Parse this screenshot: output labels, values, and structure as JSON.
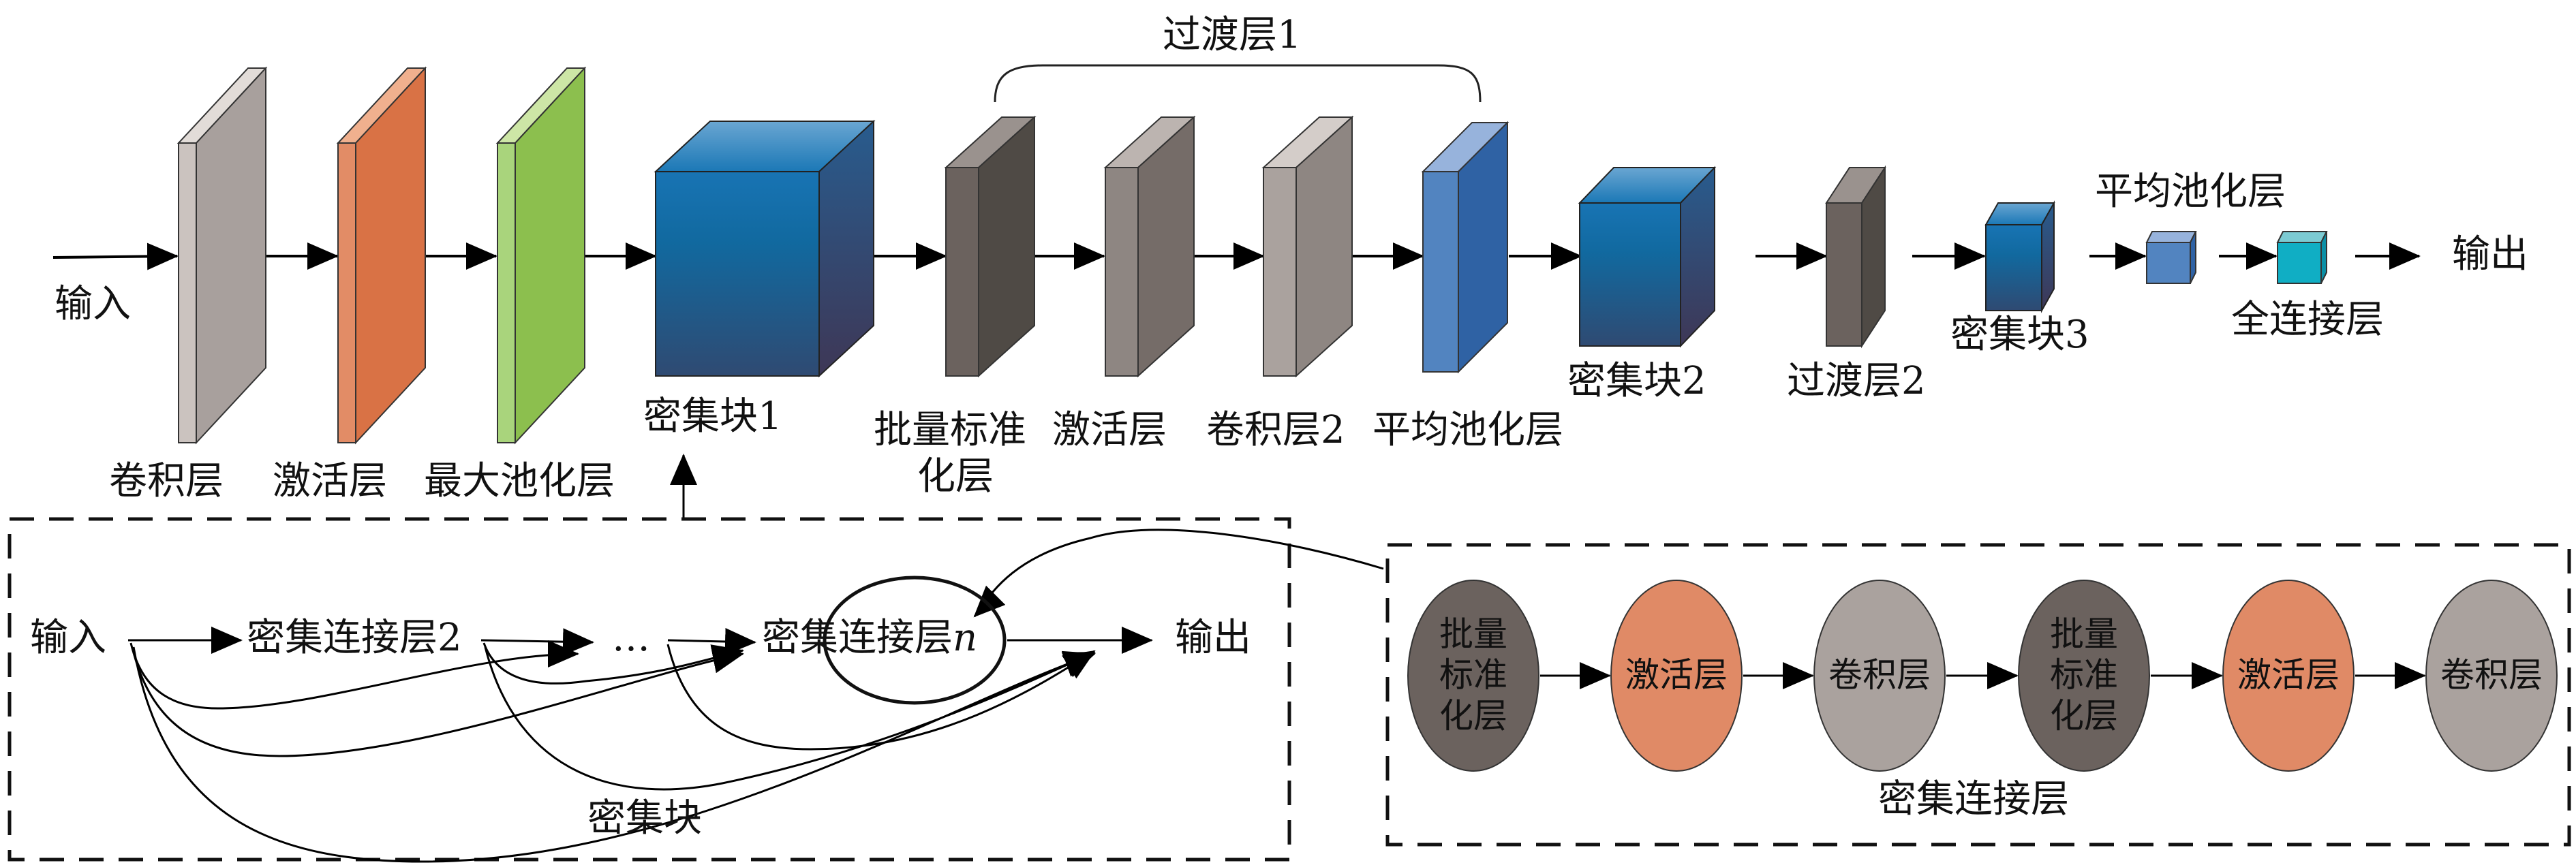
{
  "main_pipeline": {
    "input_label": "输入",
    "output_label": "输出",
    "layers": [
      {
        "id": "conv",
        "label": "卷积层"
      },
      {
        "id": "act",
        "label": "激活层"
      },
      {
        "id": "maxpool",
        "label": "最大池化层"
      },
      {
        "id": "dense1",
        "label": "密集块1"
      },
      {
        "id": "bn",
        "label_line1": "批量标准",
        "label_line2": "化层"
      },
      {
        "id": "act2",
        "label": "激活层"
      },
      {
        "id": "conv2",
        "label": "卷积层2"
      },
      {
        "id": "avgpool",
        "label": "平均池化层"
      },
      {
        "id": "dense2",
        "label": "密集块2"
      },
      {
        "id": "trans2",
        "label": "过渡层2"
      },
      {
        "id": "dense3",
        "label": "密集块3"
      },
      {
        "id": "avgpool2",
        "label": "平均池化层"
      },
      {
        "id": "fc",
        "label": "全连接层"
      }
    ],
    "transition1_label": "过渡层1"
  },
  "dense_block_detail": {
    "title": "密集块",
    "input_label": "输入",
    "layer2_label": "密集连接层2",
    "ellipsis": "…",
    "layern_label": "密集连接层",
    "layern_suffix": "n",
    "output_label": "输出"
  },
  "dense_layer_detail": {
    "title": "密集连接层",
    "nodes": [
      {
        "lines": [
          "批量",
          "标准",
          "化层"
        ],
        "color": "#6b625e"
      },
      {
        "lines": [
          "激活层"
        ],
        "color": "#e08a66"
      },
      {
        "lines": [
          "卷积层"
        ],
        "color": "#aaa29e"
      },
      {
        "lines": [
          "批量",
          "标准",
          "化层"
        ],
        "color": "#6b625e"
      },
      {
        "lines": [
          "激活层"
        ],
        "color": "#e08a66"
      },
      {
        "lines": [
          "卷积层"
        ],
        "color": "#aaa29e"
      }
    ]
  },
  "colors": {
    "conv": "#a8a09d",
    "activation": "#d97245",
    "maxpool": "#8cbf4e",
    "dense_block": "#1c6aa8",
    "bn": "#6b625e",
    "avgpool": "#4f82c0",
    "fc": "#10aec4"
  }
}
